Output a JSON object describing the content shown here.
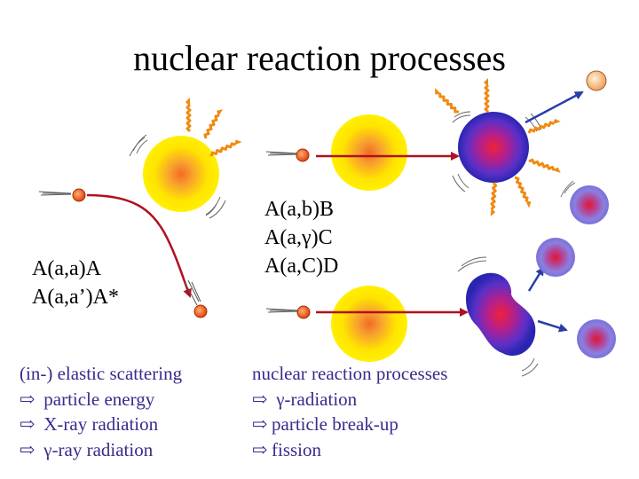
{
  "title": "nuclear reaction processes",
  "left_labels": [
    "A(a,a)A",
    "A(a,a’)A*"
  ],
  "middle_labels": [
    "A(a,b)B",
    "A(a,γ)C",
    "A(a,C)D"
  ],
  "left_list": {
    "header": "(in-) elastic scattering",
    "items": [
      "particle energy",
      "X-ray radiation",
      "γ-ray radiation"
    ]
  },
  "right_list": {
    "header": "nuclear reaction processes",
    "items": [
      "γ-radiation",
      "particle break-up",
      "fission"
    ]
  },
  "colors": {
    "projectile": "#e8501a",
    "arrow_red": "#b01020",
    "arrow_blue": "#2a3da8",
    "nucleus_yellow": "#ffe800",
    "nucleus_purple": "#3a2ab0",
    "list_header": "#3b2a8c",
    "wave_orange": "#f08a10"
  },
  "icons": {
    "list_bullet": "outline-arrow-icon"
  }
}
